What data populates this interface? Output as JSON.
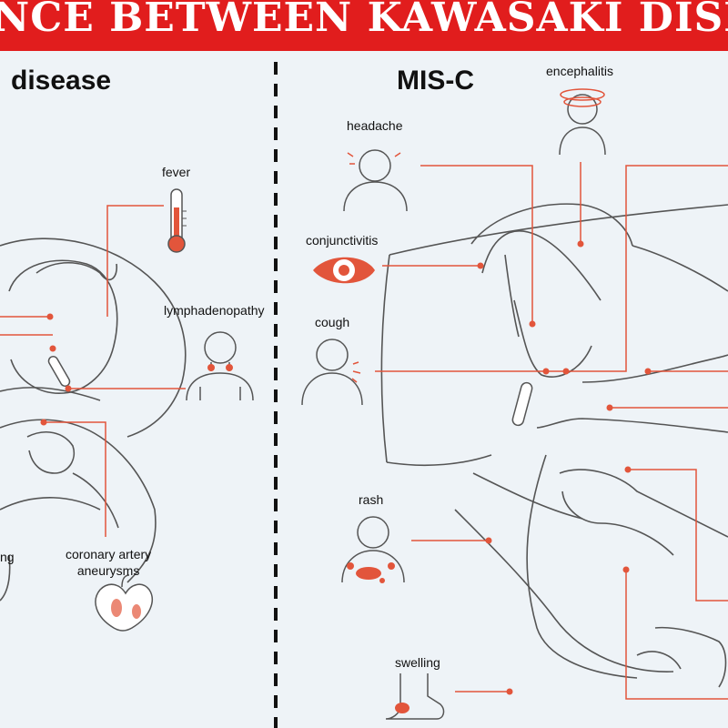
{
  "banner": {
    "title": "NCE BETWEEN KAWASAKI DISEASE A"
  },
  "left_panel": {
    "heading": "disease",
    "labels": {
      "fever": "fever",
      "lymphadenopathy": "lymphadenopathy",
      "swelling_partial": "ng",
      "coronary": "coronary artery\naneurysms"
    }
  },
  "right_panel": {
    "heading": "MIS-C",
    "labels": {
      "encephalitis": "encephalitis",
      "headache": "headache",
      "conjunctivitis": "conjunctivitis",
      "cough": "cough",
      "rash": "rash",
      "swelling": "swelling"
    }
  },
  "colors": {
    "accent": "#e11d1d",
    "line": "#e2553b",
    "ink": "#555555",
    "background": "#eef3f7"
  }
}
